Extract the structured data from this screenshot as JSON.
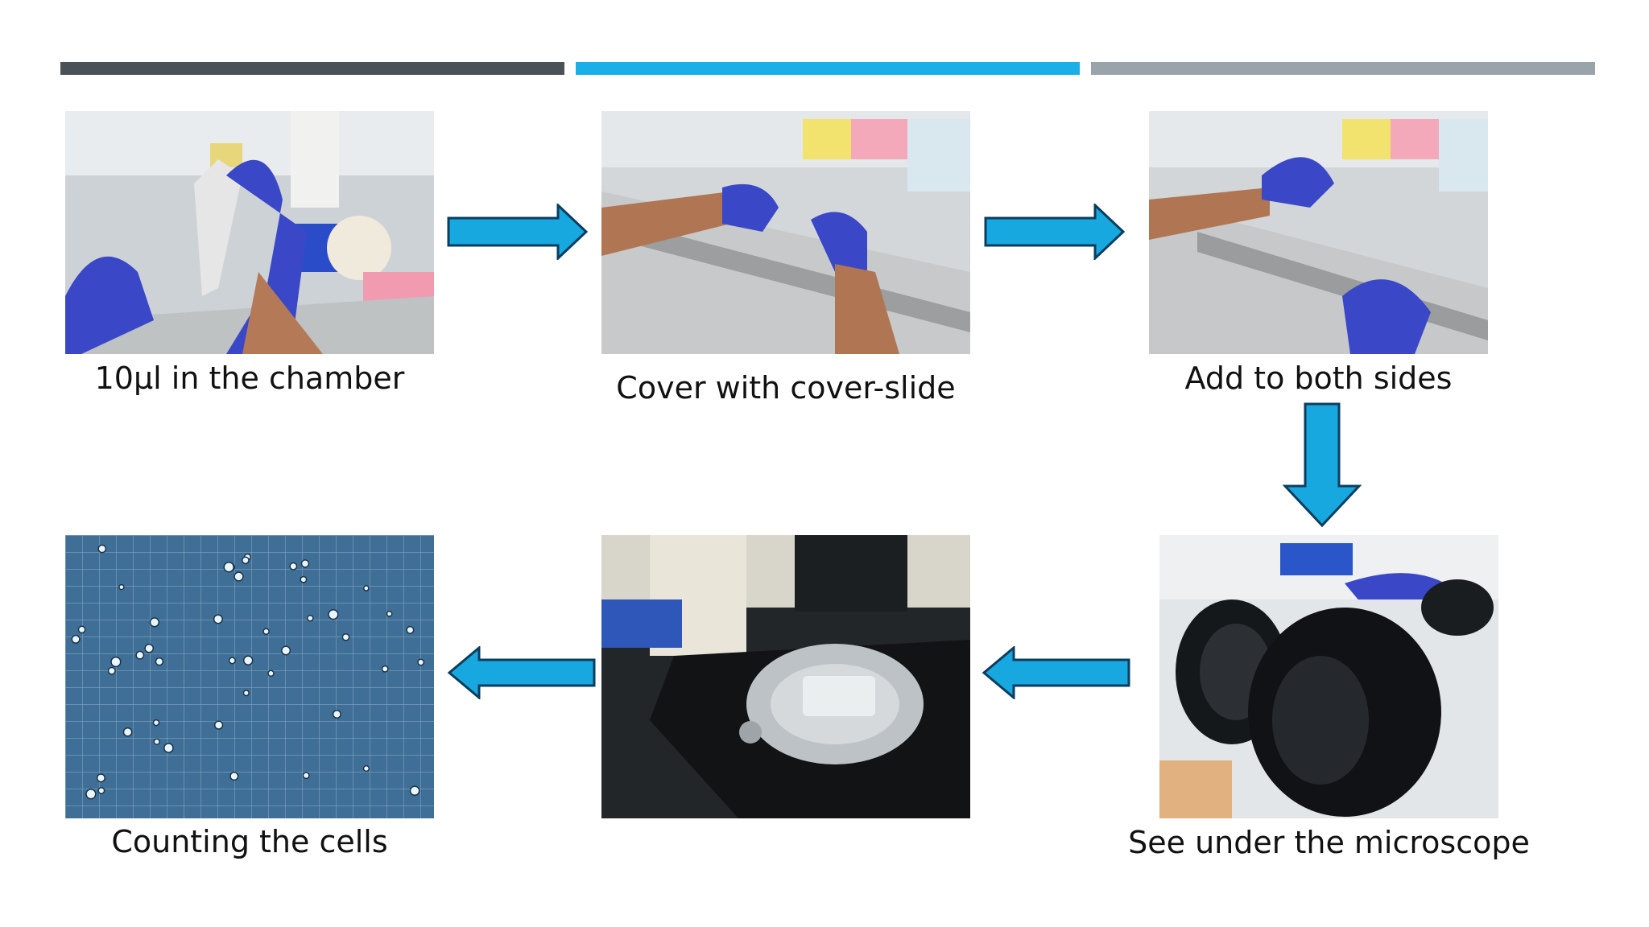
{
  "colors": {
    "bar_dark": "#4a5257",
    "bar_blue": "#1aafe6",
    "bar_gray": "#99a3aa",
    "arrow_fill": "#16a8df",
    "arrow_stroke": "#0c3d5e",
    "glove": "#3a48c8"
  },
  "steps": [
    {
      "caption": "10μl in the chamber"
    },
    {
      "caption": "Cover with cover-slide"
    },
    {
      "caption": "Add to both sides"
    },
    {
      "caption": "See under the microscope"
    },
    {
      "caption": ""
    },
    {
      "caption": "Counting the cells"
    }
  ],
  "arrows": [
    {
      "direction": "right"
    },
    {
      "direction": "right"
    },
    {
      "direction": "down"
    },
    {
      "direction": "left"
    },
    {
      "direction": "left"
    }
  ]
}
